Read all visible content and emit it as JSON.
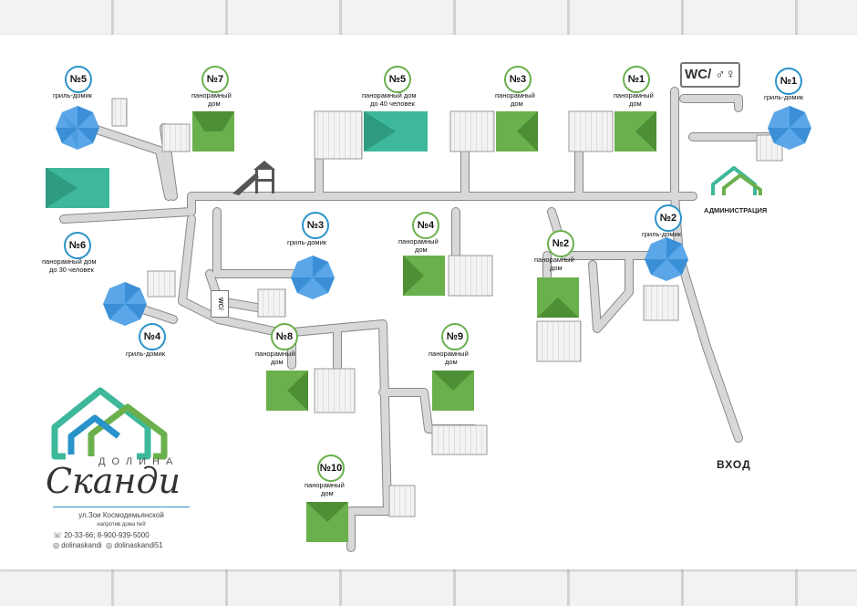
{
  "markers": [
    {
      "id": "m5a",
      "number": "№5",
      "type": "гриль-домик",
      "color": "blue"
    },
    {
      "id": "m7",
      "number": "№7",
      "type": "панорамный дом",
      "color": "green"
    },
    {
      "id": "m5b",
      "number": "№5",
      "type": "панорамный дом",
      "note": "до 40 человек",
      "color": "green"
    },
    {
      "id": "m3a",
      "number": "№3",
      "type": "панорамный дом",
      "color": "green"
    },
    {
      "id": "m1a",
      "number": "№1",
      "type": "панорамный дом",
      "color": "green"
    },
    {
      "id": "m1b",
      "number": "№1",
      "type": "гриль-домик",
      "color": "blue"
    },
    {
      "id": "m6",
      "number": "№6",
      "type": "панорамный дом",
      "note": "до 30 человек",
      "color": "blue"
    },
    {
      "id": "m3b",
      "number": "№3",
      "type": "гриль-домик",
      "color": "blue"
    },
    {
      "id": "m4a",
      "number": "№4",
      "type": "панорамный дом",
      "color": "green"
    },
    {
      "id": "m2a",
      "number": "№2",
      "type": "панорамный дом",
      "color": "green"
    },
    {
      "id": "m2b",
      "number": "№2",
      "type": "гриль-домик",
      "color": "blue"
    },
    {
      "id": "m4b",
      "number": "№4",
      "type": "гриль-домик",
      "color": "blue"
    },
    {
      "id": "m8",
      "number": "№8",
      "type": "панорамный дом",
      "color": "green"
    },
    {
      "id": "m9",
      "number": "№9",
      "type": "панорамный дом",
      "color": "green"
    },
    {
      "id": "m10",
      "number": "№10",
      "type": "панорамный дом",
      "color": "green"
    }
  ],
  "labels": {
    "panoramic": "панорамный дом",
    "panoramic_line1": "панорамный",
    "panoramic_line2": "дом",
    "grill": "гриль-домик",
    "up_to_40": "до 40 человек",
    "up_to_30": "до 30 человек"
  },
  "wc_sign": "WC/",
  "wc_small": "WC/",
  "entrance": "ВХОД",
  "administration": "АДМИНИСТРАЦИЯ",
  "brand": {
    "small": "ДОЛИНА",
    "name": "Сканди"
  },
  "contact": {
    "address": "ул.Зои Космодемьянской",
    "address_note": "напротив дома №9",
    "phones": "20-33-66; 8-900-939-5000",
    "social1": "dolinaskandi",
    "social2": "dolinaskandi51"
  },
  "colors": {
    "path": "#cfcfcf",
    "path_edge": "#888888",
    "green": "#6ab04c",
    "green_dark": "#4e8f36",
    "teal": "#3db89a",
    "blue": "#3a8fd6",
    "wood": "#ececec"
  }
}
